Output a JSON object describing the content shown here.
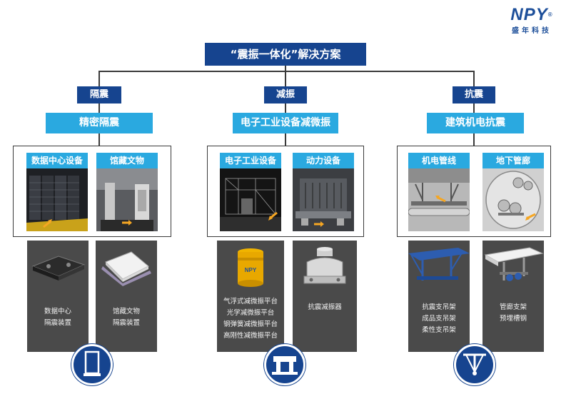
{
  "logo": {
    "brand": "NPY",
    "registered": "®",
    "sub": "盛年科技"
  },
  "title": "“震振一体化”解决方案",
  "columns": [
    {
      "category": "隔震",
      "solution": "精密隔震",
      "photos": [
        "数据中心设备",
        "馆藏文物"
      ],
      "panels": [
        {
          "lines": [
            "数据中心",
            "隔震装置"
          ]
        },
        {
          "lines": [
            "馆藏文物",
            "隔震装置"
          ]
        }
      ]
    },
    {
      "category": "减振",
      "solution": "电子工业设备减微振",
      "photos": [
        "电子工业设备",
        "动力设备"
      ],
      "panels": [
        {
          "lines": [
            "气浮式减微振平台",
            "光学减微振平台",
            "钢弹簧减微振平台",
            "高刚性减微振平台"
          ]
        },
        {
          "lines": [
            "抗震减振器"
          ]
        }
      ]
    },
    {
      "category": "抗震",
      "solution": "建筑机电抗震",
      "photos": [
        "机电管线",
        "地下管廊"
      ],
      "panels": [
        {
          "lines": [
            "抗震支吊架",
            "成品支吊架",
            "柔性支吊架"
          ]
        },
        {
          "lines": [
            "管廊支架",
            "预埋槽钢"
          ]
        }
      ]
    }
  ],
  "product_label": "NPY",
  "icons": [
    "isolation-cabinet-icon",
    "vibration-platform-icon",
    "seismic-hanger-icon"
  ],
  "colors": {
    "dark_blue": "#16448f",
    "light_blue": "#2aa9e0",
    "panel_gray": "#4a4a4a",
    "arrow_orange": "#f5a623"
  }
}
